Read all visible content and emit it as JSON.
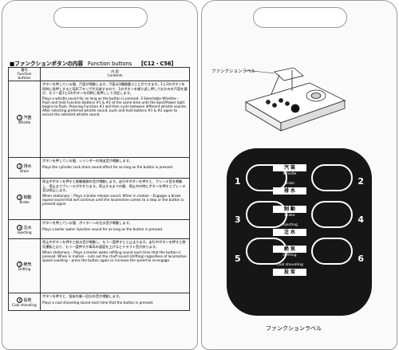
{
  "left_card": {
    "heading_jp": "■ファンクションボタンの内容",
    "heading_en": "Function buttons",
    "heading_code": "【C12・C56】",
    "table": {
      "col_function_jp": "番号",
      "col_function_en": "Function buttons",
      "col_contents_jp": "内 容",
      "col_contents_en": "Contents",
      "rows": [
        {
          "num": "1",
          "name_jp": "汽笛",
          "name_en": "Whistle",
          "jp": "ボタンを押している間、汽笛が鳴動します。汽笛は3種類選ぶことができます。1と2のボタンを同時に長押しするとEJECTランプが点滅するので、1のボタンを繰り返し押しておかみの汽笛を選び、もう一度1と2のボタンを同時に長押しして決定します。",
          "en": "Plays a whistle sound for as long as the button is pressed. 3 Selectable Whistles – Push and hold Function Buttons #1 & #2 at the same time until the Eject/Power light begins to flash. Pressing Function #1 will then cycle between different whistle sounds. After selecting preferred whistle sound, push and hold buttons #1 & #2 again to secure the selected whistle sound."
        },
        {
          "num": "2",
          "name_jp": "排水",
          "name_en": "Drain",
          "jp": "ボタンを押している間、シリンダーの排出音が鳴動します。",
          "en": "Plays the cylinder cock drain sound effect for as long as the button is pressed."
        },
        {
          "num": "3",
          "name_jp": "制動",
          "name_en": "Brake",
          "jp": "停止中ボタンを押すと制動緩解の音が鳴動します。走行中ボタンを押すと、ブレーキ音を鳴動し、停止までブレーキがかかります。停止するまでの間、停止中の時にボタンを押すとブレーキ音は停止します。",
          "en": "When stationary – Plays a brake release sound. When in motion – Engages a brake squeal sound that will continue until the locomotive comes to a stop or the button is pressed again."
        },
        {
          "num": "4",
          "name_jp": "注水",
          "name_en": "Injecting",
          "jp": "ボタンを押している間、ボイラーへの注水音が鳴動します。",
          "en": "Plays a boiler water injection sound for as long as the button is pressed."
        },
        {
          "num": "5",
          "name_jp": "絶気",
          "name_en": "Drifting",
          "jp": "停止中ボタンを押すと給水音が鳴動し、もう一度押すとと止まります。走行中ボタンを押すと絶気運転となり、もう一度押すか車両の速度を上げるとドラフト音が戻ります。",
          "en": "When stationary – Plays a tender water refilling sound each time that the button is pressed. When in motion – cuts out the chuff sound (drifting) regardless of locomotive speed coasting – press the button again or increase the speed to re-engage."
        },
        {
          "num": "6",
          "name_jp": "投炭",
          "name_en": "Coal shoveling",
          "jp": "ボタンを押すと、投炭作業一回分の音が鳴動します。",
          "en": "Plays a coal shoveling sound each time that the button is pressed."
        }
      ]
    }
  },
  "right_card": {
    "label_top": "ファンクションラベル",
    "label_bottom": "ファンクションラベル",
    "panel_buttons": [
      {
        "num": "1",
        "jp": "汽 笛",
        "en": "Whistle"
      },
      {
        "num": "2",
        "jp": "排 水",
        "en": "Drain"
      },
      {
        "num": "3",
        "jp": "制 動",
        "en": "Brake"
      },
      {
        "num": "4",
        "jp": "注 水",
        "en": "Injecting"
      },
      {
        "num": "5",
        "jp": "絶 気",
        "en": "Drifting"
      },
      {
        "num": "6",
        "jp": "投 炭",
        "en": "Coal shoveling"
      }
    ]
  }
}
